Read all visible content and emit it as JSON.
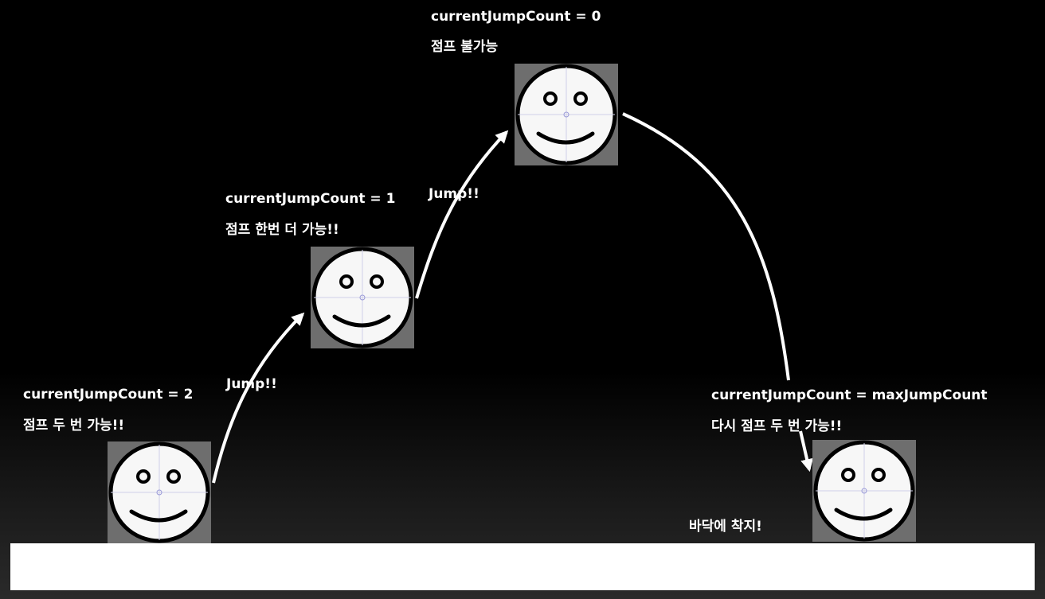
{
  "states": [
    {
      "id": "start",
      "count_label": "currentJumpCount = 2",
      "status_label": "점프 두 번 가능!!"
    },
    {
      "id": "first-jump",
      "count_label": "currentJumpCount = 1",
      "status_label": "점프 한번 더 가능!!"
    },
    {
      "id": "second-jump",
      "count_label": "currentJumpCount = 0",
      "status_label": "점프 불가능"
    },
    {
      "id": "landed",
      "count_label": "currentJumpCount = maxJumpCount",
      "status_label": "다시 점프 두 번 가능!!"
    }
  ],
  "transitions": [
    {
      "label": "Jump!!"
    },
    {
      "label": "Jump!!"
    }
  ],
  "ground_label": "바닥에 착지!",
  "icon": "smiley-face-icon",
  "colors": {
    "background": "#000000",
    "text": "#ffffff",
    "arrow": "#ffffff",
    "ground": "#ffffff",
    "sprite_backdrop": "#6e6e6e"
  }
}
